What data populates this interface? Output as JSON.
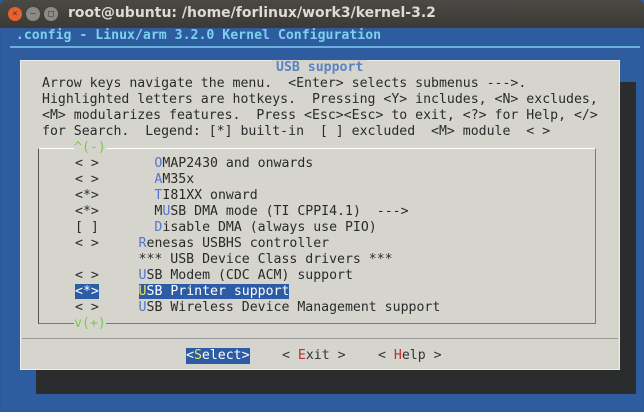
{
  "window": {
    "title": "root@ubuntu: /home/forlinux/work3/kernel-3.2",
    "buttons": [
      "close",
      "minimize",
      "maximize"
    ]
  },
  "header": "  .config - Linux/arm 3.2.0 Kernel Configuration",
  "dialog": {
    "title": "USB support",
    "help_lines": [
      "Arrow keys navigate the menu.  <Enter> selects submenus --->.",
      "Highlighted letters are hotkeys.  Pressing <Y> includes, <N> excludes,",
      "<M> modularizes features.  Press <Esc><Esc> to exit, <?> for Help, </>",
      "for Search.  Legend: [*] built-in  [ ] excluded  <M> module  < >"
    ],
    "scroll_up": "^(-)",
    "scroll_down": "v(+)",
    "items": [
      {
        "state": "< >",
        "indent": "      ",
        "hotkey": "O",
        "rest": "MAP2430 and onwards",
        "pre": ""
      },
      {
        "state": "< >",
        "indent": "      ",
        "hotkey": "A",
        "rest": "M35x",
        "pre": ""
      },
      {
        "state": "<*>",
        "indent": "      ",
        "hotkey": "T",
        "rest": "I81XX onward",
        "pre": ""
      },
      {
        "state": "<*>",
        "indent": "      ",
        "pre": "M",
        "hotkey": "U",
        "rest": "SB DMA mode (TI CPPI4.1)  --->"
      },
      {
        "state": "[ ]",
        "indent": "      ",
        "hotkey": "D",
        "rest": "isable DMA (always use PIO)",
        "pre": ""
      },
      {
        "state": "< >",
        "indent": "    ",
        "hotkey": "R",
        "rest": "enesas USBHS controller",
        "pre": ""
      },
      {
        "state": "   ",
        "indent": "    ",
        "hotkey": "",
        "rest": "*** USB Device Class drivers ***",
        "pre": ""
      },
      {
        "state": "< >",
        "indent": "    ",
        "hotkey": "U",
        "rest": "SB Modem (CDC ACM) support",
        "pre": ""
      },
      {
        "state": "<*>",
        "indent": "    ",
        "hotkey": "U",
        "rest": "SB Printer support",
        "pre": "",
        "selected": true
      },
      {
        "state": "< >",
        "indent": "    ",
        "hotkey": "U",
        "rest": "SB Wireless Device Management support",
        "pre": ""
      }
    ],
    "buttons": {
      "select": {
        "open": "<",
        "hotkey": "S",
        "rest": "elect>"
      },
      "exit": {
        "open": "< ",
        "hotkey": "E",
        "rest": "xit >"
      },
      "help": {
        "open": "< ",
        "hotkey": "H",
        "rest": "elp >"
      }
    }
  },
  "colors": {
    "terminal_bg": "#2e5d9f",
    "dialog_bg": "#d5d5cd",
    "highlight": "#2d5ca6",
    "hotkey": "#5577cc",
    "button_hotkey": "#c03030"
  }
}
